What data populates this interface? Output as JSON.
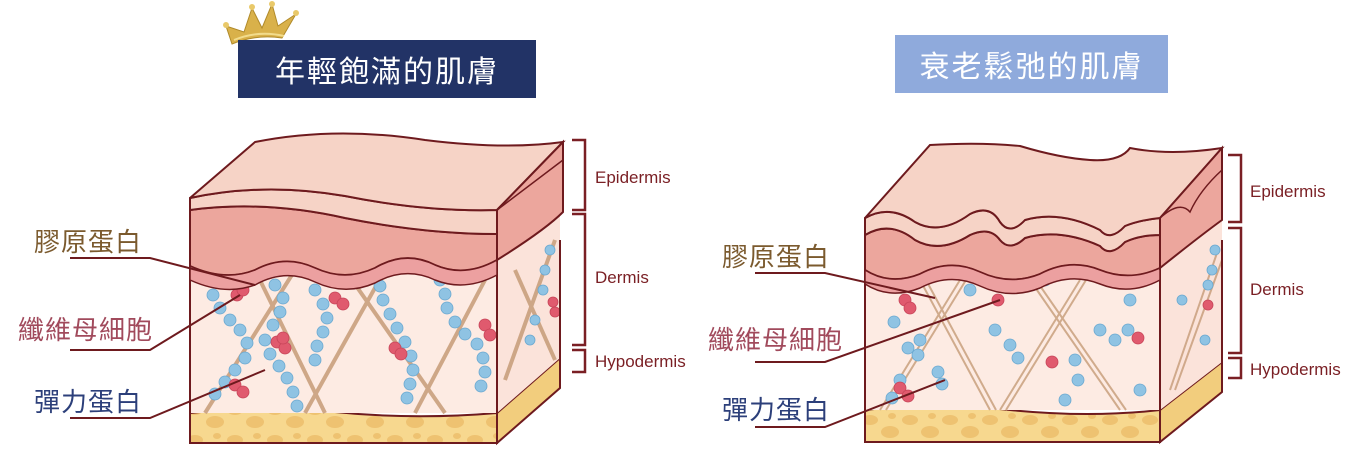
{
  "panels": {
    "young": {
      "title": "年輕飽滿的肌膚",
      "title_bg": "#223366",
      "labels": {
        "collagen": "膠原蛋白",
        "fibroblast": "纖維母細胞",
        "elastin": "彈力蛋白"
      },
      "layers": {
        "epidermis": "Epidermis",
        "dermis": "Dermis",
        "hypodermis": "Hypodermis"
      }
    },
    "aged": {
      "title": "衰老鬆弛的肌膚",
      "title_bg": "#8faadc",
      "labels": {
        "collagen": "膠原蛋白",
        "fibroblast": "纖維母細胞",
        "elastin": "彈力蛋白"
      },
      "layers": {
        "epidermis": "Epidermis",
        "dermis": "Dermis",
        "hypodermis": "Hypodermis"
      }
    }
  },
  "colors": {
    "collagen_label": "#7b5a2e",
    "fibroblast_label": "#a14a5c",
    "elastin_label": "#2c3f7a",
    "outline": "#6e1a1e",
    "epidermis_top": "#f6d3c6",
    "epidermis_mid": "#eca69d",
    "dermis": "#fdebe3",
    "hypodermis": "#f7d88f",
    "elastin_bead": "#8fc3e3",
    "fibroblast_cell": "#e05a6e",
    "collagen_fiber": "#c9a07e"
  }
}
